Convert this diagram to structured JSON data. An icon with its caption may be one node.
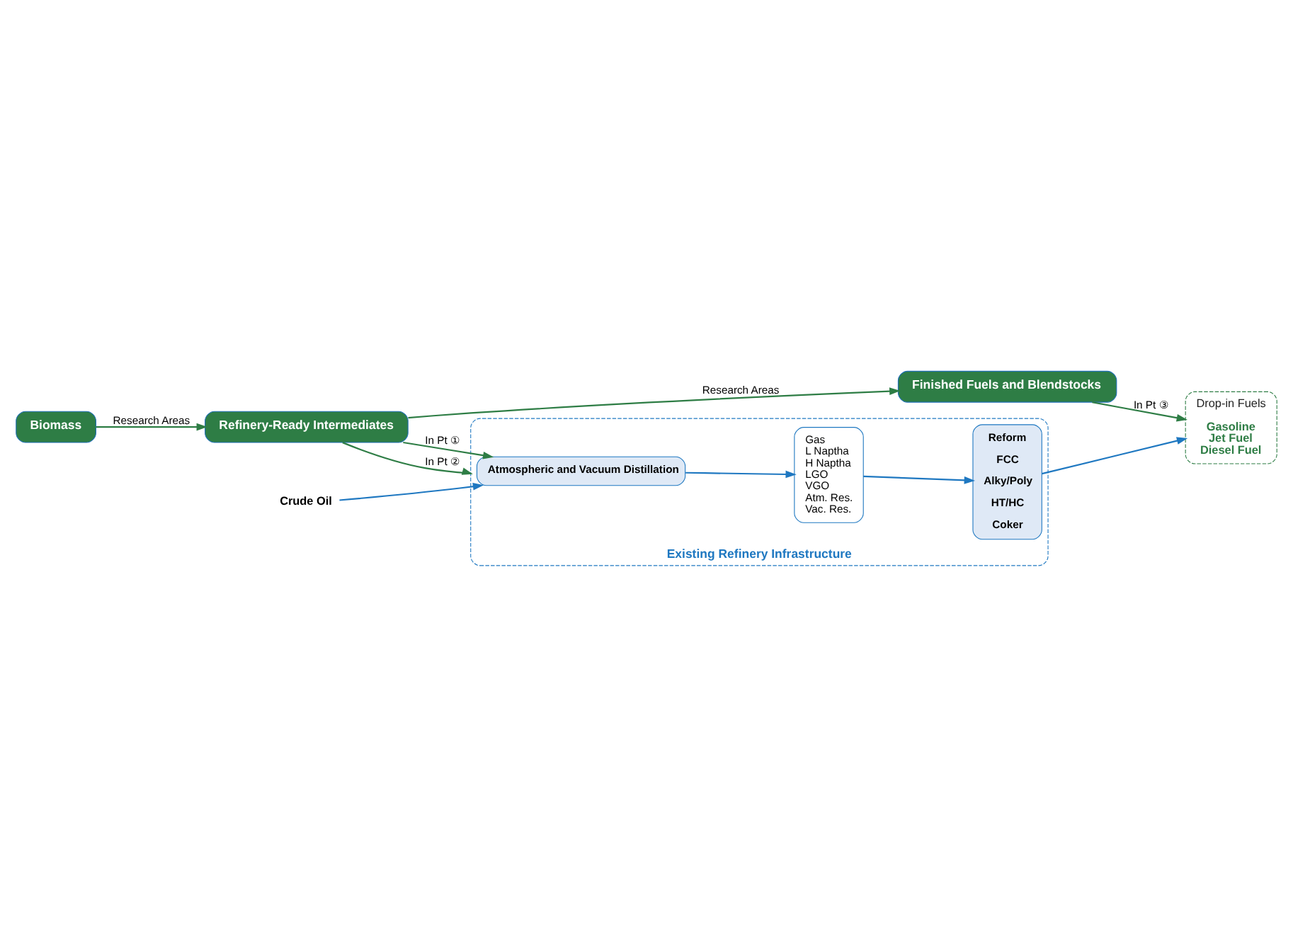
{
  "diagram": {
    "nodes": [
      {
        "text": [
          "Biomass"
        ]
      },
      {
        "text": [
          "Refinery-Ready Intermediates"
        ]
      },
      {
        "text": [
          "Finished Fuels and Blendstocks"
        ]
      },
      {
        "text": [
          "Existing Refinery Infrastructure"
        ]
      },
      {
        "text": [
          "Atmospheric and Vacuum Distillation"
        ],
        "in": 3
      },
      {
        "text": [
          "Gas",
          "L Naptha",
          "H Naptha",
          "LGO",
          "VGO",
          "Atm. Res.",
          "Vac. Res."
        ],
        "in": 3
      },
      {
        "text": [
          "Reform",
          "FCC",
          "Alky/Poly",
          "HT/HC",
          "Coker"
        ],
        "in": 3
      },
      {
        "text": [
          "Drop-in Fuels",
          "Gasoline",
          "Jet Fuel",
          "Diesel Fuel"
        ]
      },
      {
        "text": [
          "Crude Oil"
        ]
      }
    ],
    "edges": [
      {
        "from": 0,
        "to": 1,
        "arrow": "to",
        "label": "Research Areas"
      },
      {
        "from": 1,
        "to": 2,
        "arrow": "to",
        "label": "Research Areas"
      },
      {
        "from": 1,
        "to": 4,
        "arrow": "to",
        "label": "In Pt ①"
      },
      {
        "from": 1,
        "to": 3,
        "arrow": "to",
        "label": "In Pt ②"
      },
      {
        "from": 2,
        "to": 7,
        "arrow": "to",
        "label": "In Pt ③"
      },
      {
        "from": 8,
        "to": 4,
        "arrow": "to",
        "color": "#1f78c1"
      },
      {
        "from": 4,
        "to": 5,
        "arrow": "to",
        "color": "#1f78c1"
      },
      {
        "from": 5,
        "to": 6,
        "arrow": "to",
        "color": "#1f78c1"
      },
      {
        "from": 6,
        "to": 7,
        "arrow": "to",
        "color": "#1f78c1"
      }
    ]
  }
}
